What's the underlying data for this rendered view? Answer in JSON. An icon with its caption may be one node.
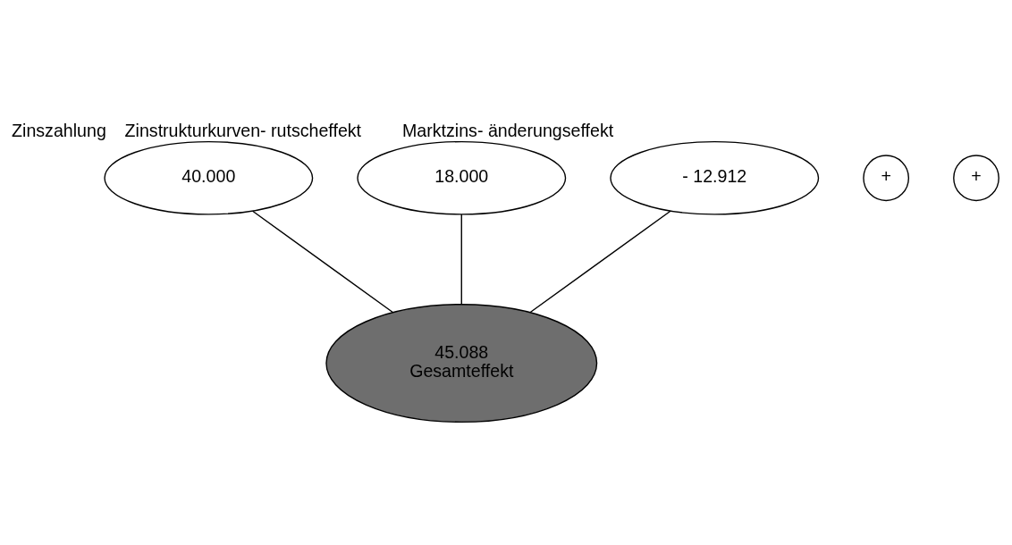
{
  "diagram": {
    "nodes": [
      {
        "text": [
          "Zinszahlung",
          "40.000"
        ]
      },
      {
        "text": [
          "Zinstrukturkurven- rutscheffekt",
          "18.000"
        ]
      },
      {
        "text": [
          "Marktzins- änderungseffekt",
          "- 12.912"
        ]
      },
      {
        "text": [
          "+"
        ]
      },
      {
        "text": [
          "+"
        ]
      },
      {
        "text": [
          "45.088",
          "Gesamteffekt"
        ]
      }
    ],
    "edges": [
      {
        "from": 0,
        "to": 5,
        "arrow": "none"
      },
      {
        "from": 1,
        "to": 5,
        "arrow": "none"
      },
      {
        "from": 2,
        "to": 5,
        "arrow": "none"
      }
    ]
  }
}
